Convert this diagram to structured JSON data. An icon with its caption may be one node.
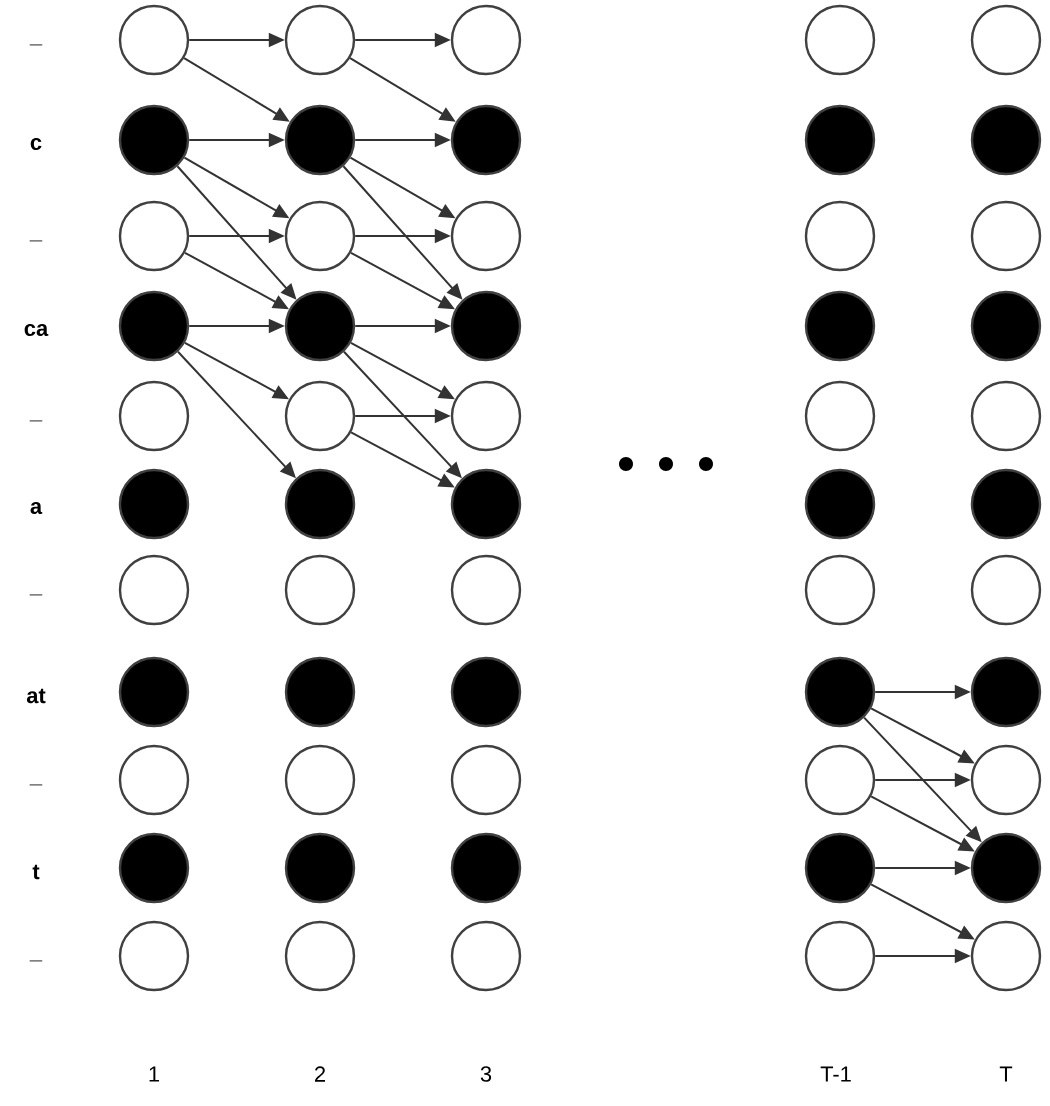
{
  "diagram": {
    "nodes": [
      {
        "text": [],
        "shape": "circle"
      },
      {
        "text": [],
        "shape": "disc"
      },
      {
        "text": [],
        "shape": "circle"
      },
      {
        "text": [],
        "shape": "disc"
      },
      {
        "text": [],
        "shape": "circle"
      },
      {
        "text": [],
        "shape": "disc"
      },
      {
        "text": [],
        "shape": "circle"
      },
      {
        "text": [],
        "shape": "disc"
      },
      {
        "text": [],
        "shape": "circle"
      },
      {
        "text": [],
        "shape": "disc"
      },
      {
        "text": [],
        "shape": "circle"
      },
      {
        "text": [],
        "shape": "circle"
      },
      {
        "text": [],
        "shape": "disc"
      },
      {
        "text": [],
        "shape": "circle"
      },
      {
        "text": [],
        "shape": "disc"
      },
      {
        "text": [],
        "shape": "circle"
      },
      {
        "text": [],
        "shape": "disc"
      },
      {
        "text": [],
        "shape": "circle"
      },
      {
        "text": [],
        "shape": "disc"
      },
      {
        "text": [],
        "shape": "circle"
      },
      {
        "text": [],
        "shape": "disc"
      },
      {
        "text": [],
        "shape": "circle"
      },
      {
        "text": [],
        "shape": "circle"
      },
      {
        "text": [],
        "shape": "disc"
      },
      {
        "text": [],
        "shape": "circle"
      },
      {
        "text": [],
        "shape": "disc"
      },
      {
        "text": [],
        "shape": "circle"
      },
      {
        "text": [],
        "shape": "disc"
      },
      {
        "text": [],
        "shape": "circle"
      },
      {
        "text": [],
        "shape": "disc"
      },
      {
        "text": [],
        "shape": "circle"
      },
      {
        "text": [],
        "shape": "disc"
      },
      {
        "text": [],
        "shape": "circle"
      },
      {
        "text": [],
        "shape": "circle"
      },
      {
        "text": [],
        "shape": "disc"
      },
      {
        "text": [],
        "shape": "circle"
      },
      {
        "text": [],
        "shape": "disc"
      },
      {
        "text": [],
        "shape": "circle"
      },
      {
        "text": [],
        "shape": "disc"
      },
      {
        "text": [],
        "shape": "circle"
      },
      {
        "text": [],
        "shape": "disc"
      },
      {
        "text": [],
        "shape": "circle"
      },
      {
        "text": [],
        "shape": "disc"
      },
      {
        "text": [],
        "shape": "circle"
      },
      {
        "text": [],
        "shape": "circle"
      },
      {
        "text": [],
        "shape": "disc"
      },
      {
        "text": [],
        "shape": "circle"
      },
      {
        "text": [],
        "shape": "disc"
      },
      {
        "text": [],
        "shape": "circle"
      },
      {
        "text": [],
        "shape": "disc"
      },
      {
        "text": [],
        "shape": "circle"
      },
      {
        "text": [],
        "shape": "disc"
      },
      {
        "text": [],
        "shape": "circle"
      },
      {
        "text": [],
        "shape": "disc"
      },
      {
        "text": [],
        "shape": "circle"
      }
    ],
    "edges": [
      {
        "from": 0,
        "to": 11,
        "arrow": "to"
      },
      {
        "from": 0,
        "to": 12,
        "arrow": "to"
      },
      {
        "from": 1,
        "to": 12,
        "arrow": "to"
      },
      {
        "from": 1,
        "to": 13,
        "arrow": "to"
      },
      {
        "from": 1,
        "to": 14,
        "arrow": "to"
      },
      {
        "from": 2,
        "to": 13,
        "arrow": "to"
      },
      {
        "from": 2,
        "to": 14,
        "arrow": "to"
      },
      {
        "from": 3,
        "to": 14,
        "arrow": "to"
      },
      {
        "from": 3,
        "to": 15,
        "arrow": "to"
      },
      {
        "from": 3,
        "to": 16,
        "arrow": "to"
      },
      {
        "from": 11,
        "to": 22,
        "arrow": "to"
      },
      {
        "from": 11,
        "to": 23,
        "arrow": "to"
      },
      {
        "from": 12,
        "to": 23,
        "arrow": "to"
      },
      {
        "from": 12,
        "to": 24,
        "arrow": "to"
      },
      {
        "from": 12,
        "to": 25,
        "arrow": "to"
      },
      {
        "from": 13,
        "to": 24,
        "arrow": "to"
      },
      {
        "from": 13,
        "to": 25,
        "arrow": "to"
      },
      {
        "from": 14,
        "to": 25,
        "arrow": "to"
      },
      {
        "from": 14,
        "to": 26,
        "arrow": "to"
      },
      {
        "from": 14,
        "to": 27,
        "arrow": "to"
      },
      {
        "from": 15,
        "to": 26,
        "arrow": "to"
      },
      {
        "from": 15,
        "to": 27,
        "arrow": "to"
      },
      {
        "from": 40,
        "to": 51,
        "arrow": "to"
      },
      {
        "from": 40,
        "to": 52,
        "arrow": "to"
      },
      {
        "from": 40,
        "to": 53,
        "arrow": "to"
      },
      {
        "from": 41,
        "to": 52,
        "arrow": "to"
      },
      {
        "from": 41,
        "to": 53,
        "arrow": "to"
      },
      {
        "from": 42,
        "to": 53,
        "arrow": "to"
      },
      {
        "from": 42,
        "to": 54,
        "arrow": "to"
      },
      {
        "from": 43,
        "to": 54,
        "arrow": "to"
      }
    ],
    "labels": [
      "_",
      "c",
      "_",
      "ca",
      "_",
      "a",
      "_",
      "at",
      "_",
      "t",
      "_",
      "1",
      "2",
      "3",
      "T-1",
      "T"
    ]
  }
}
